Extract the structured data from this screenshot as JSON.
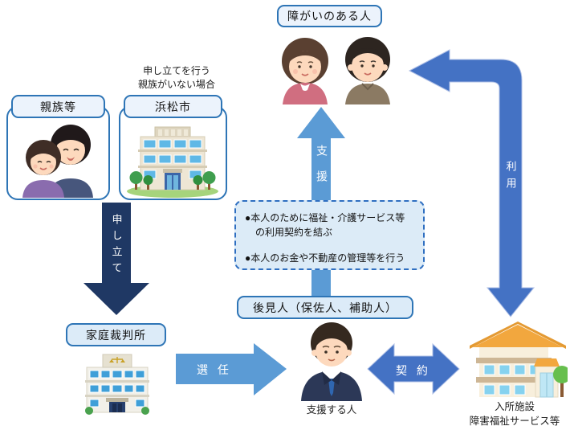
{
  "colors": {
    "navy": "#1f3864",
    "blue_mid": "#5b9bd5",
    "blue_royal": "#4472c4",
    "box_border": "#2e75b6",
    "box_fill_light": "#ecf3fc",
    "box_fill_blue": "#dcebf8",
    "dashed_fill": "#dcebf7"
  },
  "nodes": {
    "disabled_person": {
      "label": "障がいのある人"
    },
    "no_relatives_note": {
      "line1": "申し立てを行う",
      "line2": "親族がいない場合"
    },
    "relatives": {
      "label": "親族等"
    },
    "city": {
      "label": "浜松市"
    },
    "family_court": {
      "label": "家庭裁判所"
    },
    "guardian": {
      "label": "後見人（保佐人、補助人）"
    },
    "supporter": {
      "label": "支援する人"
    },
    "facility": {
      "line1": "入所施設",
      "line2": "障害福祉サービス等"
    }
  },
  "arrows": {
    "petition": {
      "label": "申し立て"
    },
    "appointment": {
      "label": "選 任"
    },
    "support": {
      "label": "支援"
    },
    "contract": {
      "label": "契 約"
    },
    "use": {
      "label": "利用"
    }
  },
  "duties": {
    "item1_line1": "●本人のために福祉・介護サービス等",
    "item1_line2": "の利用契約を結ぶ",
    "item2": "●本人のお金や不動産の管理等を行う"
  }
}
